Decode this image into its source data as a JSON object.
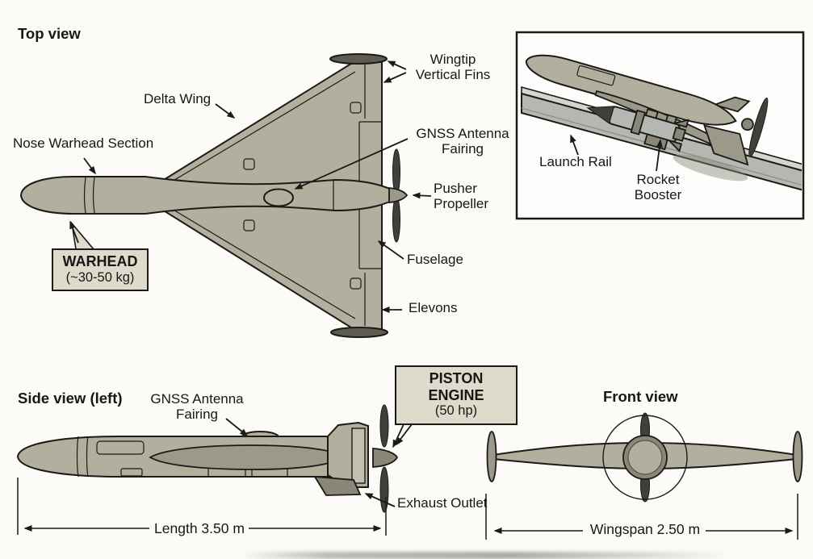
{
  "colors": {
    "page_bg": "#fcfbf7",
    "outline": "#1a1a17",
    "body": "#b3af9e",
    "body_light": "#c2bfb0",
    "body_mid": "#9c998a",
    "body_dark": "#8a8778",
    "fin": "#5e5c50",
    "blade": "#40403a",
    "box_bg": "#dedbcc",
    "rail": "#b5b7b2",
    "rail_top": "#d3d5d0",
    "inset_bg": "#fdfdfb",
    "text": "#171715"
  },
  "top_view": {
    "title": "Top view",
    "labels": {
      "delta_wing": "Delta Wing",
      "nose_warhead_section": "Nose Warhead Section",
      "wingtip_vertical_fins": [
        "Wingtip",
        "Vertical Fins"
      ],
      "gnss_antenna_fairing": [
        "GNSS Antenna",
        "Fairing"
      ],
      "pusher_propeller": [
        "Pusher",
        "Propeller"
      ],
      "fuselage": "Fuselage",
      "elevons": "Elevons"
    },
    "warhead_callout": {
      "title": "WARHEAD",
      "value": "(~30-50 kg)"
    }
  },
  "launch_inset": {
    "labels": {
      "launch_rail": "Launch Rail",
      "rocket_booster": [
        "Rocket",
        "Booster"
      ]
    }
  },
  "side_view": {
    "title": "Side view (left)",
    "labels": {
      "gnss_antenna_fairing": [
        "GNSS Antenna",
        "Fairing"
      ],
      "exhaust_outlet": "Exhaust Outlet"
    },
    "piston_engine_callout": {
      "title": "PISTON ENGINE",
      "value": "(50 hp)"
    },
    "dimension_length": "Length 3.50 m"
  },
  "front_view": {
    "title": "Front view",
    "dimension_wingspan": "Wingspan 2.50 m"
  }
}
